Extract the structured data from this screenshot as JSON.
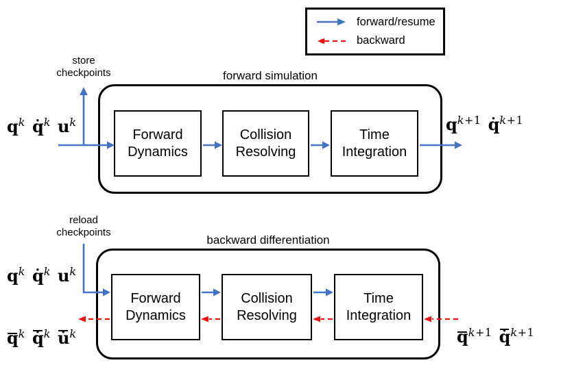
{
  "colors": {
    "forward_arrow": "#4472c4",
    "backward_arrow": "#ee1111",
    "outline": "#000000"
  },
  "legend": {
    "forward_label": "forward/resume",
    "backward_label": "backward"
  },
  "forward_section": {
    "title": "forward simulation",
    "checkpoint_note_line1": "store",
    "checkpoint_note_line2": "checkpoints",
    "boxes": [
      {
        "label": "Forward Dynamics"
      },
      {
        "label": "Collision Resolving"
      },
      {
        "label": "Time Integration"
      }
    ],
    "input_math_html": "<span class='t'><b>q</b><sup><i>k</i></sup></span><span class='t'><b>q̇</b><sup><i>k</i></sup></span><span class='t'><b>u</b><sup><i>k</i></sup></span>",
    "output_math_html": "<span class='t'><b>q</b><sup><i>k</i>+1</sup></span><span class='t'><b>q̇</b><sup><i>k</i>+1</sup></span>"
  },
  "backward_section": {
    "title": "backward differentiation",
    "checkpoint_note_line1": "reload",
    "checkpoint_note_line2": "checkpoints",
    "boxes": [
      {
        "label": "Forward Dynamics"
      },
      {
        "label": "Collision Resolving"
      },
      {
        "label": "Time Integration"
      }
    ],
    "input_math_html": "<span class='t'><b>q</b><sup><i>k</i></sup></span><span class='t'><b>q̇</b><sup><i>k</i></sup></span><span class='t'><b>u</b><sup><i>k</i></sup></span>",
    "gradient_output_math_html": "<span class='t'><span class='ov'><b>q</b></span><sup><i>k</i></sup></span><span class='t'><span class='ovd'><b>q̇</b></span><sup><i>k</i></sup></span><span class='t'><span class='ovd'><b>u̇</b></span><sup><i>k</i></sup></span>",
    "gradient_input_math_html": "<span class='t'><span class='ov'><b>q</b></span><sup><i>k</i>+1</sup></span><span class='t'><span class='ovd'><b>q̇</b></span><sup><i>k</i>+1</sup></span>"
  }
}
